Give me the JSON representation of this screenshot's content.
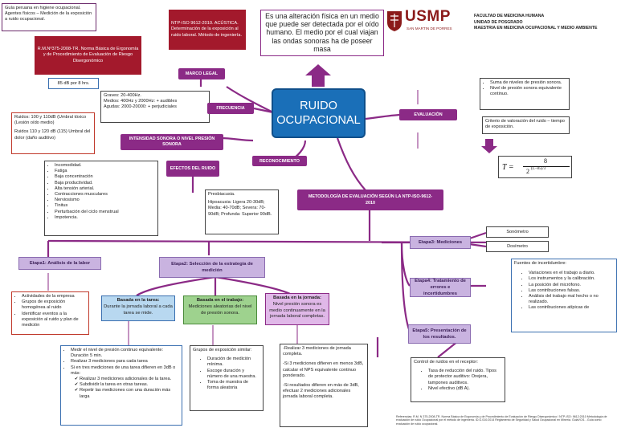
{
  "header": {
    "logo_text": "USMP",
    "logo_sub": "SAN MARTIN DE PORRES",
    "faculty": "FACULTAD DE MEDICINA HUMANA",
    "unit": "UNIDAD DE POSGRADO",
    "masters": "MAESTRIA EN MEDICINA OCUPACIONAL Y MEDIO AMBIENTE"
  },
  "center": {
    "title_l1": "RUIDO",
    "title_l2": "OCUPACIONAL"
  },
  "definition": "Es una alteración física en un medio que puede ser detectada por el oído humano. El medio por el cual viajan las ondas sonoras ha de poseer masa",
  "guia_note": "Guía peruana en higiene ocupacional. Agentes físicos – Medición de la exposición a ruido ocupacional.",
  "rm_note": "R.M.Nº375-2008-TR. Norma Básica de Ergonomía y de Procedimiento de Evaluación de Riesgo Disergonómico",
  "ntp_note": "NTP-ISO 9612-2010. ACÚSTICA. Determinación de la exposición al ruido laboral. Método de ingeniería.",
  "db85": "85 dB por 8 hrs.",
  "marco_legal": "MARCO LEGAL",
  "frecuencia": "FRECUENCIA",
  "freq_text": {
    "l1": "Graves: 20-400Hz.",
    "l2": "Medios: 400Hz y 2000Hz: + audibles",
    "l3": "Agudas: 2000-20000: + perjudiciales"
  },
  "intensidad": "INTENSIDAD SONORA O NIVEL PRESIÓN SONORA",
  "ruidos_text": {
    "l1": "Ruidos: 100 y 110dB (Umbral tóxico (Lesión oído medio)",
    "l2": "Ruidos 110 y 120 dB (115) Umbral del dolor (daño auditivo)"
  },
  "reconocimiento": "RECONOCIMIENTO",
  "efectos": "EFECTOS DEL RUIDO",
  "efectos_list": [
    "Incomodidad.",
    "Fatiga",
    "Baja concentración",
    "Baja productividad.",
    "Alta tensión arterial.",
    "Contracciones musculares",
    "Nerviosismo",
    "Tinitus",
    "Perturbación del ciclo menstrual",
    "Impotencia."
  ],
  "presbiacusia": {
    "l1": "Presbiacusia.",
    "l2": "Hipoacusia: Ligera 20-30dB; Media: 40-70dB; Severa: 70-90dB; Profunda: Superior 90dB."
  },
  "evaluacion": "EVALUACIÓN",
  "eval_list": [
    "Suma de niveles de presión sonora.",
    "Nivel de presión sonora equivalente continuo."
  ],
  "criterio": "Criterio de valoración del ruido – tiempo de exposición.",
  "formula": {
    "lhs": "T =",
    "num": "8",
    "den": "2",
    "exp": "(L−85)/3"
  },
  "metodologia": "METODOLOGÍA DE EVALUACIÓN SEGÚN LA NTP-ISO-9612-2010",
  "etapa1": "Etapa1: Análisis de la labor",
  "etapa1_list": [
    "Actividades de la empresa",
    "Grupos de exposición homogénea al ruido",
    "Identificar eventos a la exposición al ruido y plan de medición"
  ],
  "etapa2": "Etapa2: Selección de la estrategia de medición",
  "tarea_box": {
    "title": "Basada en la tarea:",
    "body": "Durante la jornada laboral a cada tarea se mide."
  },
  "trabajo_box": {
    "title": "Basada en el trabajo:",
    "body": "Mediciones aleatorias del nivel de presión sonora."
  },
  "jornada_box": {
    "title": "Basada en la jornada:",
    "body": "Nivel presión sonora es medio continuamente en la jornada laboral completas."
  },
  "tarea_detail": {
    "items": [
      "Medir el nivel de presión continuo equivalente: Duración 5 min.",
      "Realizar 3 mediciones para cada tarea",
      "Si en tres mediciones de una tarea difieren en 3dB o más:"
    ],
    "sub": [
      "Realizar 3 mediciones adicionales de la tarea.",
      "Subdividir la tarea en otras tareas.",
      "Repetir las mediciones con una duración más larga"
    ]
  },
  "trabajo_detail": {
    "title": "Grupos de exposición similar:",
    "items": [
      "Duración de medición mínima.",
      "Escoge duración y número de una muestra.",
      "Toma de muestra de forma aleatoria"
    ]
  },
  "jornada_detail": {
    "p1": "-Realizar 3 mediciones de jornada completa.",
    "p2": "-Si 3 mediciones difieren en menos 3dB, calcular el NPS equivalente continuo ponderado.",
    "p3": "-Si resultados difieren en más de 3dB, efectuar 2 mediciones adicionales jornada laboral completa."
  },
  "etapa3": "Etapa3: Mediciones",
  "sonometro": "Sonómetro",
  "dosimetro": "Dosímetro",
  "etapa4": "Etapa4: Tratamiento de errores e incertidumbres",
  "fuentes": {
    "title": "Fuentes de incertidumbre:",
    "items": [
      "Variaciones en el trabajo a diario.",
      "Los instrumentos y la calibración.",
      "La posición del micrófono.",
      "Las contribuciones falsas.",
      "Análisis del trabajo mal hecho o no realizado.",
      "Las contribuciones atípicas de"
    ]
  },
  "etapa5": "Etapa5: Presentación de los resultados.",
  "control": {
    "title": "Control de ruidos en el receptor:",
    "items": [
      "Tasa de reducción del ruido. Tipos de protector auditivo: Orejera, tampones auditivos.",
      "Nivel efectivo (dB A)."
    ]
  },
  "refs": "Referencias: R.M. N 375-2008-TR. Norma Básica de Ergonomía y de Procedimiento de Evaluación de Riesgo Disergonómico / NTP-ISO: 9612:2010 Metodología de evaluación de ruido Ocupacional por el método de ingeniería. ID.G.010:2014 Reglamento de Seguridad y Salud Ocupacional en Minería. GuiaVO/1 - Guía como evaluación de ruido ocupacional."
}
